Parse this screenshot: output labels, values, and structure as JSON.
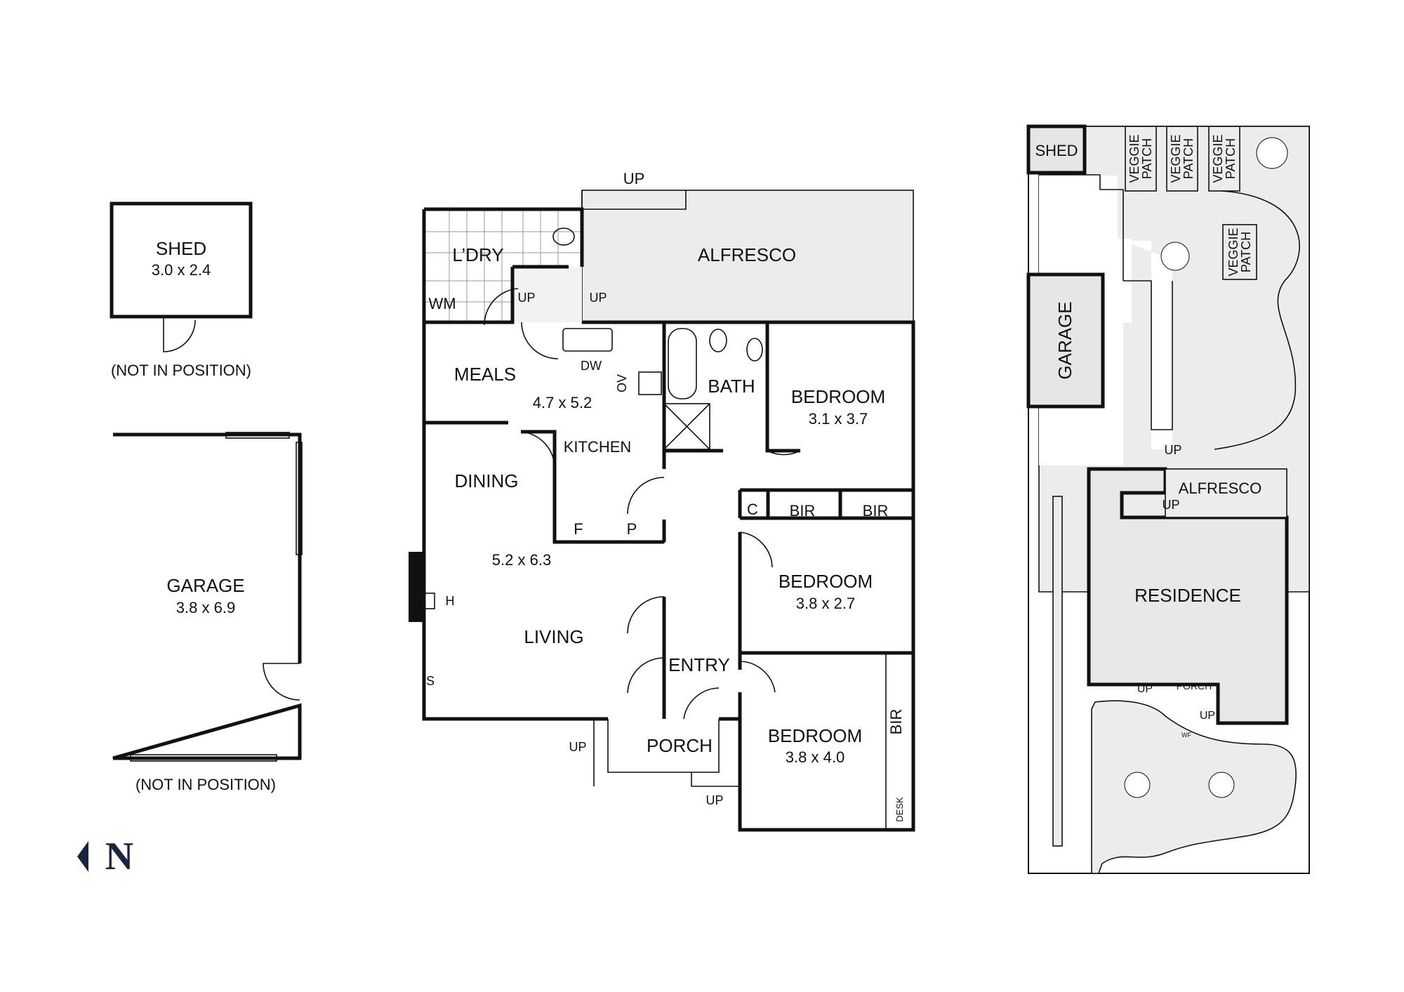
{
  "shed": {
    "label": "SHED",
    "dims": "3.0 x 2.4",
    "note": "(NOT IN POSITION)"
  },
  "garage": {
    "label": "GARAGE",
    "dims": "3.8 x 6.9",
    "note": "(NOT IN POSITION)"
  },
  "north": {
    "label": "N"
  },
  "house": {
    "alfresco": "ALFRESCO",
    "laundry": "L’DRY",
    "wm": "WM",
    "up": "UP",
    "meals": "MEALS",
    "meals_dims": "4.7 x 5.2",
    "dw": "DW",
    "ov": "OV",
    "kitchen": "KITCHEN",
    "dining": "DINING",
    "living_dims": "5.2 x 6.3",
    "living": "LIVING",
    "f": "F",
    "p": "P",
    "h": "H",
    "s": "S",
    "entry": "ENTRY",
    "porch": "PORCH",
    "bath": "BATH",
    "bedroom": "BEDROOM",
    "bed1_dims": "3.1 x 3.7",
    "bed2_dims": "3.8 x 2.7",
    "bed3_dims": "3.8 x 4.0",
    "c": "C",
    "bir": "BIR",
    "desk": "DESK"
  },
  "site": {
    "shed": "SHED",
    "veggie": "VEGGIE",
    "patch": "PATCH",
    "garage": "GARAGE",
    "alfresco": "ALFRESCO",
    "residence": "RESIDENCE",
    "porch": "PORCH",
    "up": "UP",
    "wf": "WF"
  }
}
